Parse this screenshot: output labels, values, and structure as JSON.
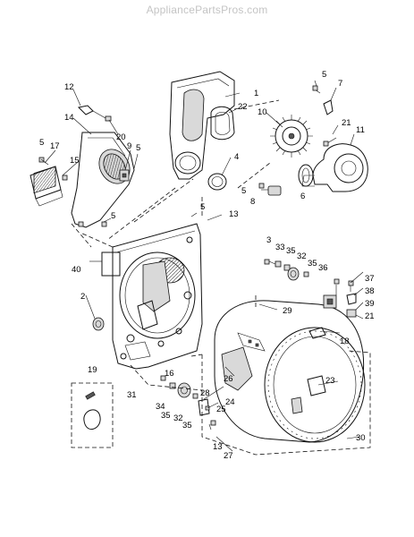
{
  "watermark": "AppliancePartsPros.com",
  "part_labels": {
    "p1": "1",
    "p2": "2",
    "p3": "3",
    "p4": "4",
    "p5a": "5",
    "p5b": "5",
    "p5c": "5",
    "p5d": "5",
    "p5e": "5",
    "p5f": "5",
    "p6": "6",
    "p7": "7",
    "p8": "8",
    "p9": "9",
    "p10": "10",
    "p11": "11",
    "p12": "12",
    "p13a": "13",
    "p13b": "13",
    "p14": "14",
    "p15": "15",
    "p16": "16",
    "p17": "17",
    "p18": "18",
    "p19": "19",
    "p20": "20",
    "p21a": "21",
    "p21b": "21",
    "p22": "22",
    "p23": "23",
    "p24": "24",
    "p25": "25",
    "p26": "26",
    "p27": "27",
    "p28": "28",
    "p29": "29",
    "p30": "30",
    "p31": "31",
    "p32a": "32",
    "p32b": "32",
    "p33": "33",
    "p34": "34",
    "p35a": "35",
    "p35b": "35",
    "p35c": "35",
    "p35d": "35",
    "p36": "36",
    "p37": "37",
    "p38": "38",
    "p39": "39",
    "p40": "40"
  }
}
